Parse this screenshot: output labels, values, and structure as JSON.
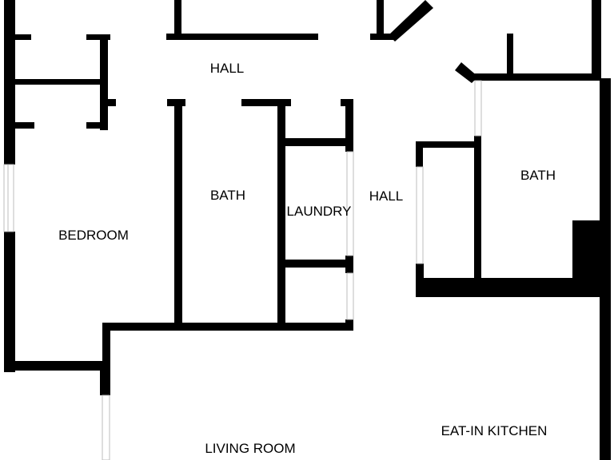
{
  "plan": {
    "wall_color": "#000000",
    "background_color": "#ffffff",
    "rooms": {
      "hall_upper": "HALL",
      "hall_center": "HALL",
      "bath_center": "BATH",
      "laundry": "LAUNDRY",
      "bath_right": "BATH",
      "bedroom": "BEDROOM",
      "living_room": "LIVING ROOM",
      "eat_in_kitchen": "EAT-IN KITCHEN"
    }
  }
}
